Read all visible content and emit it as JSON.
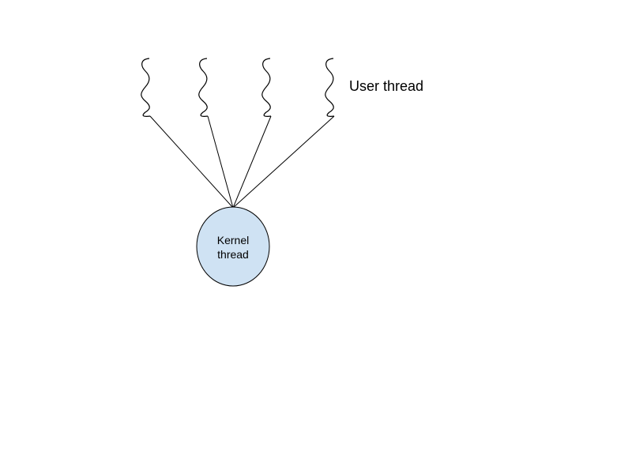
{
  "diagram": {
    "user_thread_label": "User thread",
    "kernel_thread_label_line1": "Kernel",
    "kernel_thread_label_line2": "thread",
    "user_thread_count": 4,
    "kernel_fill": "#cfe2f3",
    "stroke": "#000000"
  }
}
